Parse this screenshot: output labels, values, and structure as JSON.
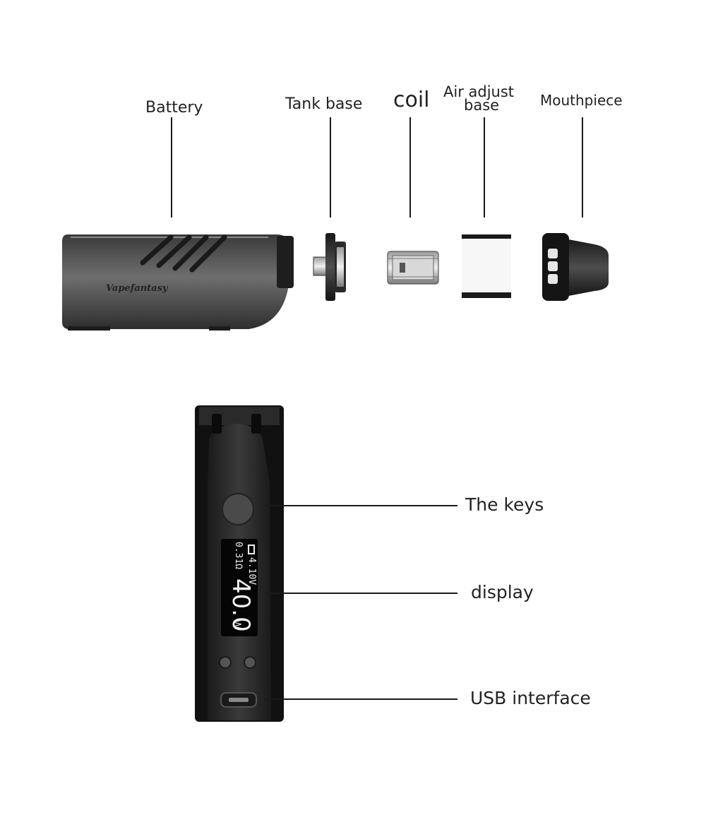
{
  "exploded_view": {
    "labels": {
      "battery": "Battery",
      "tank_base": "Tank base",
      "coil": "coil",
      "air_adjust_base_line1": "Air adjust",
      "air_adjust_base_line2": "base",
      "mouthpiece": "Mouthpiece"
    },
    "brand_logo_text": "Vapefantasy"
  },
  "front_view": {
    "labels": {
      "keys": "The keys",
      "display": "display",
      "usb": "USB interface"
    },
    "screen": {
      "battery_voltage": "4.10V",
      "resistance": "0.31Ω",
      "wattage_value": "40.0",
      "wattage_unit": "W"
    }
  },
  "colors": {
    "body_dark": "#2b2b2b",
    "body_mid": "#4a4a4a",
    "screen_bg": "#050505",
    "screen_text": "#f2f2f2"
  }
}
